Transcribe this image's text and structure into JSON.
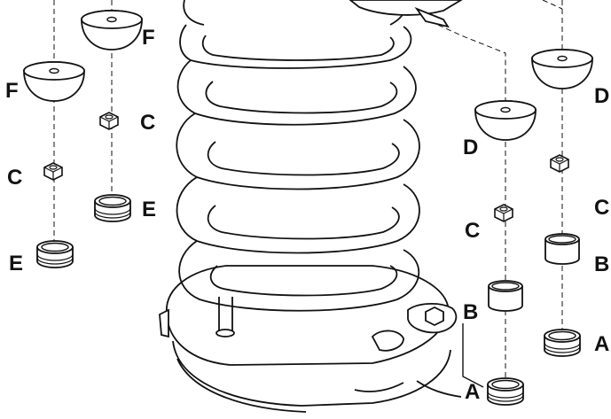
{
  "labels": {
    "a": "A",
    "b": "B",
    "c": "C",
    "d": "D",
    "e": "E",
    "f": "F"
  },
  "colors": {
    "line": "#111111",
    "fill": "#ffffff",
    "shade": "#d9d9d9"
  }
}
